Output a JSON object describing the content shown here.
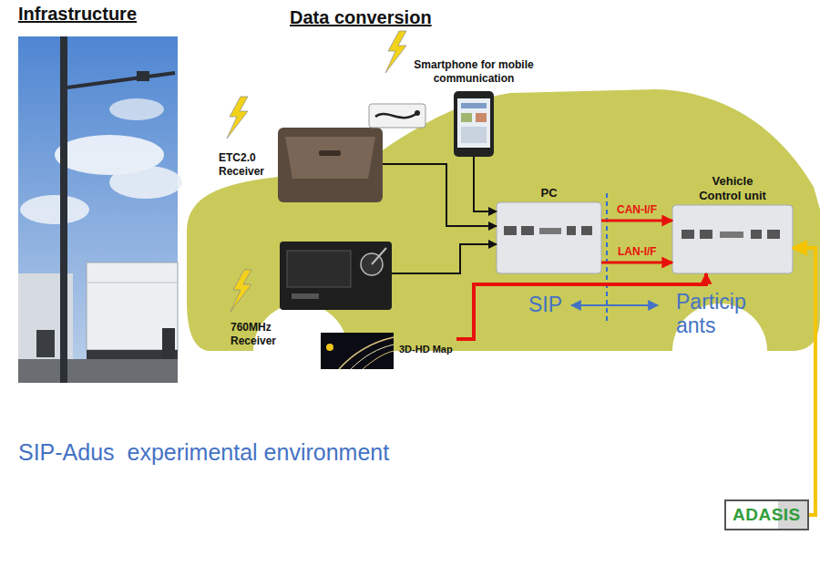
{
  "diagram": {
    "nodes": [
      {
        "text": [
          "ETC2.0 Receiver"
        ]
      },
      {
        "text": [
          "Smartphone for mobile communication"
        ]
      },
      {
        "text": [
          "760MHz Receiver"
        ]
      },
      {
        "text": [
          "3D-HD Map"
        ]
      },
      {
        "text": [
          "PC"
        ]
      },
      {
        "text": [
          "Vehicle Control unit"
        ]
      },
      {
        "text": [
          "ADASIS"
        ]
      }
    ],
    "edges": [
      {
        "from": 0,
        "to": 4,
        "arrow": "to"
      },
      {
        "from": 1,
        "to": 4,
        "arrow": "to"
      },
      {
        "from": 2,
        "to": 4,
        "arrow": "to"
      },
      {
        "from": 4,
        "to": 5,
        "label": "CAN-I/F",
        "arrow": "to"
      },
      {
        "from": 4,
        "to": 5,
        "label": "LAN-I/F",
        "arrow": "to"
      },
      {
        "from": 3,
        "to": 5,
        "arrow": "to"
      },
      {
        "from": 6,
        "to": 5,
        "arrow": "to"
      }
    ],
    "labels": [
      "Infrastructure",
      "Data conversion",
      "SIP",
      "Particip ants",
      "SIP-Adus  experimental environment"
    ]
  }
}
